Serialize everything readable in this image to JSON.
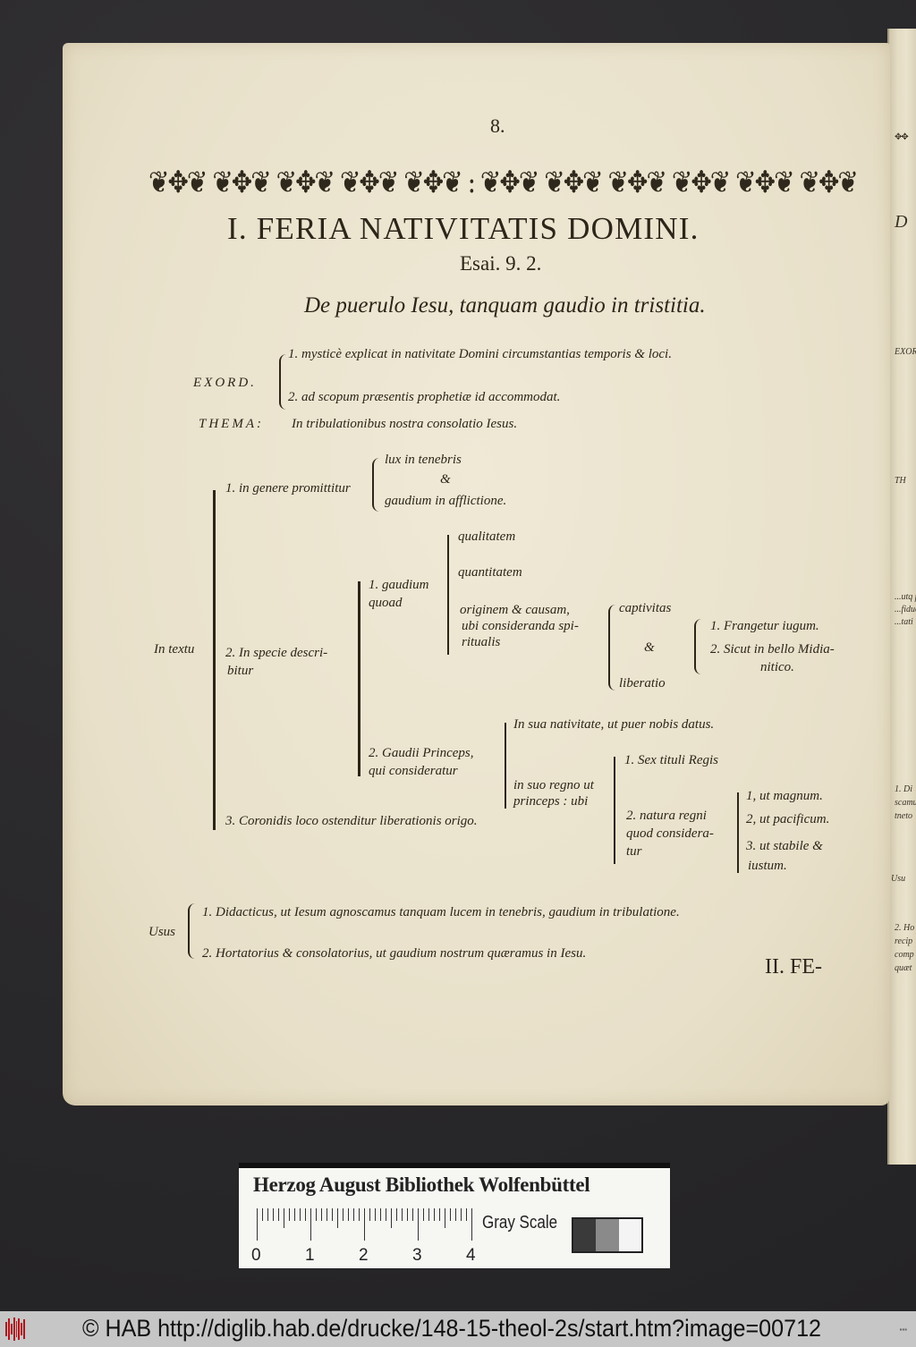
{
  "page": {
    "page_number": "8.",
    "ornament": "❦✥❦",
    "title": "I. FERIA NATIVITATIS DOMINI.",
    "reference": "Esai. 9. 2.",
    "subtitle": "De puerulo Iesu, tanquam gaudio in tristitia.",
    "exordium": {
      "label": "EXORD.",
      "items": [
        "1. mysticè explicat in nativitate Domini circumstantias temporis & loci.",
        "2. ad scopum præsentis prophetiæ id accommodat."
      ]
    },
    "thema": {
      "label": "THEMA:",
      "text": "In tribulationibus nostra consolatio Iesus."
    },
    "in_textu": {
      "label": "In textu",
      "item1": {
        "label": "1. in genere promittitur",
        "children": [
          "lux in tenebris",
          "&",
          "gaudium in afflictione."
        ]
      },
      "item2": {
        "label_line1": "2. In specie descri-",
        "label_line2": "bitur",
        "gaudium": {
          "label_line1": "1. gaudium",
          "label_line2": "quoad",
          "children": [
            "qualitatem",
            "quantitatem"
          ],
          "origin_line1": "originem & causam,",
          "origin_line2": "ubi consideranda spi-",
          "origin_line3": "ritualis",
          "captivitas": "captivitas",
          "amp": "&",
          "liberatio": "liberatio",
          "liberatio_items": [
            "1. Frangetur iugum.",
            "2. Sicut in bello Midia-",
            "nitico."
          ]
        },
        "princeps": {
          "label_line1": "2. Gaudii Princeps,",
          "label_line2": "qui consideratur",
          "nativitate": "In sua nativitate, ut puer nobis datus.",
          "regno_line1": "in suo regno ut",
          "regno_line2": "princeps : ubi",
          "tituli": "1. Sex tituli Regis",
          "natura_line1": "2. natura regni",
          "natura_line2": "quod considera-",
          "natura_line3": "tur",
          "natura_items": [
            "1, ut magnum.",
            "2, ut pacificum.",
            "3.  ut stabile &",
            "iustum."
          ]
        }
      },
      "item3": "3. Coronidis loco ostenditur liberationis origo."
    },
    "usus": {
      "label": "Usus",
      "items": [
        "1. Didacticus, ut Iesum agnoscamus tanquam lucem in tenebris, gaudium in tribulatione.",
        "2. Hortatorius & consolatorius, ut gaudium nostrum quæramus in Iesu."
      ]
    },
    "catchword": "II. FE-"
  },
  "next_page_fragments": [
    "D",
    "EXORD.",
    "TH",
    "...utq propo",
    "...fidue. tris",
    "...tati",
    "1. Di",
    "scamu",
    "tneto",
    "Usu",
    "2. Ho",
    "recip",
    "comp",
    "quæt"
  ],
  "label_card": {
    "title": "Herzog August Bibliothek Wolfenbüttel",
    "ruler_numbers": [
      "0",
      "1",
      "2",
      "3",
      "4"
    ],
    "gray_scale_label": "Gray Scale",
    "swatch_colors": [
      "#3a3a3a",
      "#8a8a8a",
      "#f4f4f4"
    ]
  },
  "footer": {
    "text": "© HAB http://diglib.hab.de/drucke/148-15-theol-2s/start.htm?image=00712",
    "logo_color": "#b0141c"
  }
}
